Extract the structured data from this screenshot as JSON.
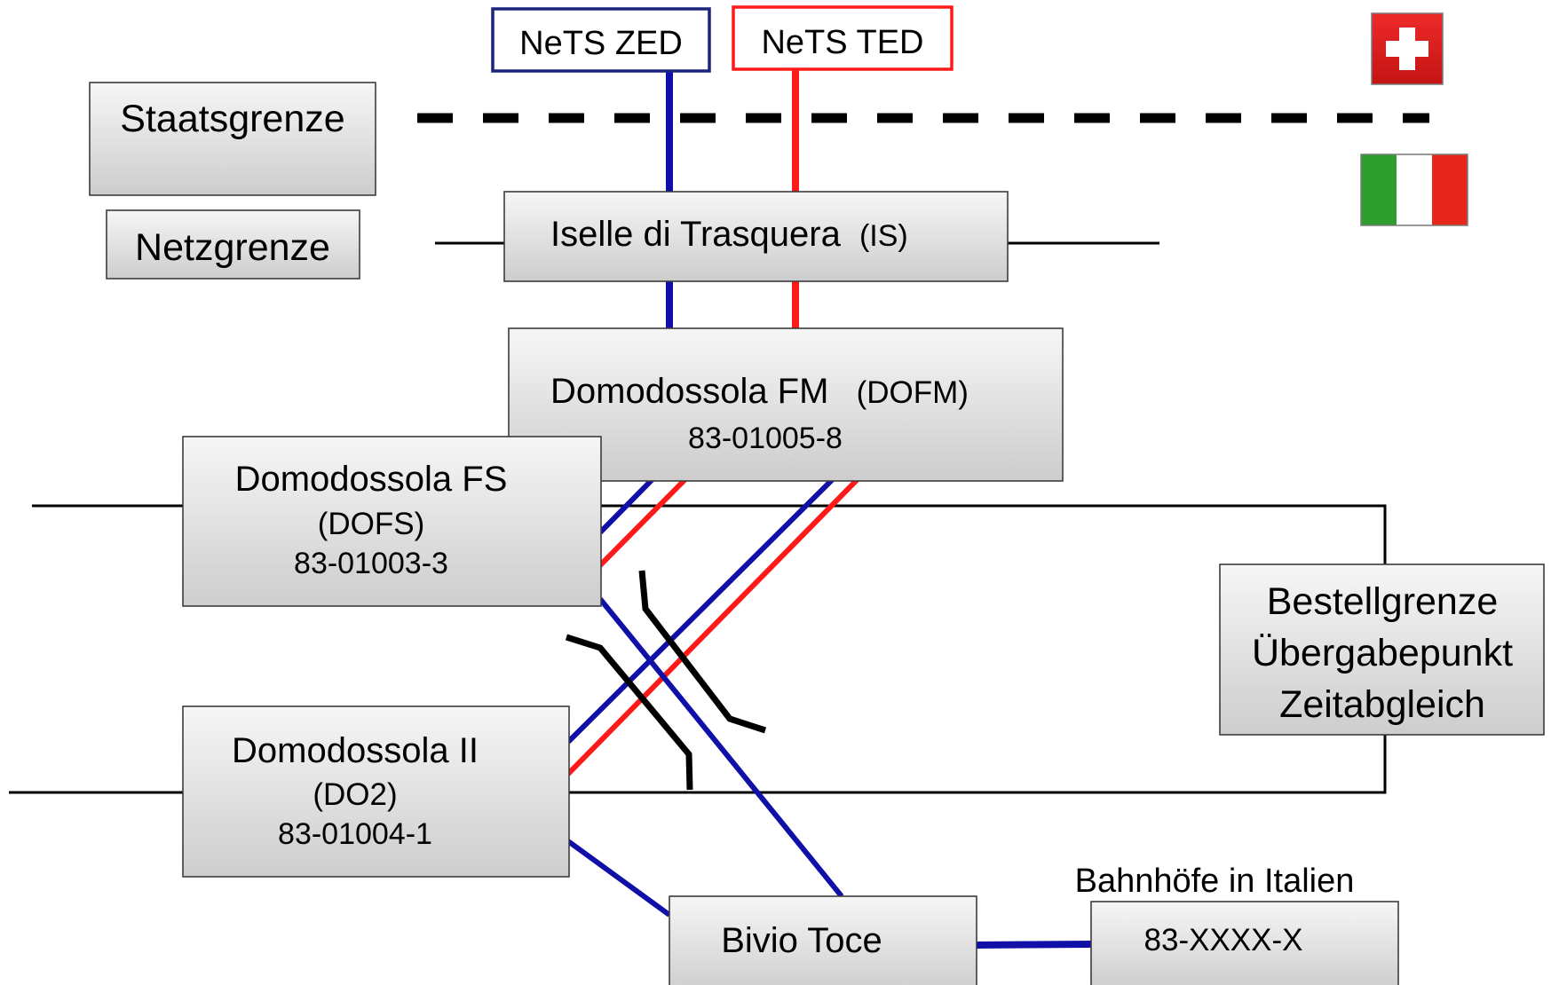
{
  "labels": {
    "nets_zed": "NeTS ZED",
    "nets_ted": "NeTS TED",
    "staatsgrenze": "Staatsgrenze",
    "netzgrenze": "Netzgrenze",
    "iselle_name": "Iselle di Trasquera",
    "iselle_code": "(IS)",
    "dofm_name": "Domodossola FM",
    "dofm_code": "(DOFM)",
    "dofm_number": "83-01005-8",
    "dofs_name": "Domodossola FS",
    "dofs_code": "(DOFS)",
    "dofs_number": "83-01003-3",
    "do2_name": "Domodossola II",
    "do2_code": "(DO2)",
    "do2_number": "83-01004-1",
    "bestell_line1": "Bestellgrenze",
    "bestell_line2": "Übergabepunkt",
    "bestell_line3": "Zeitabgleich",
    "bivio": "Bivio Toce",
    "bahnhoefe": "Bahnhöfe in Italien",
    "italy_number": "83-XXXX-X"
  },
  "colors": {
    "zed": "#1010a8",
    "ted": "#ff1a1a",
    "swiss_red": "#e21e1e",
    "italy_green": "#2e9e2e",
    "italy_red": "#e8261c"
  }
}
